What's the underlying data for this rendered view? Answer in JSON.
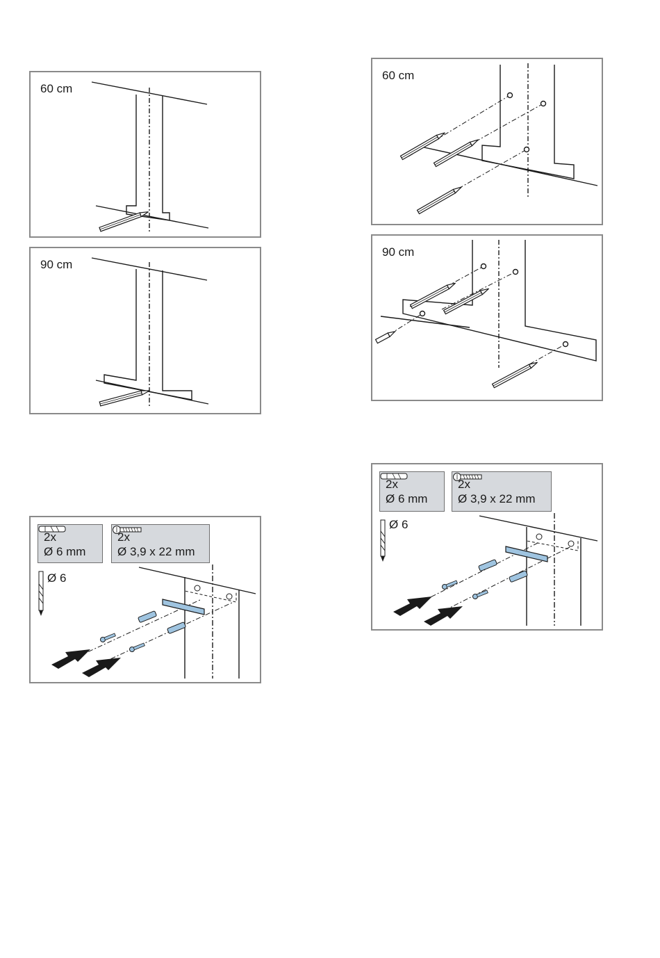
{
  "panels": {
    "left_60": {
      "label": "60 cm"
    },
    "left_90": {
      "label": "90 cm"
    },
    "right_60": {
      "label": "60 cm"
    },
    "right_90": {
      "label": "90 cm"
    }
  },
  "mount_left": {
    "plug": {
      "count": "2x",
      "size": "Ø 6 mm"
    },
    "screw": {
      "count": "2x",
      "size": "Ø 3,9 x 22 mm"
    },
    "drill": "Ø 6"
  },
  "mount_right": {
    "plug": {
      "count": "2x",
      "size": "Ø 6 mm"
    },
    "screw": {
      "count": "2x",
      "size": "Ø 3,9 x 22 mm"
    },
    "drill": "Ø 6"
  },
  "icons": [
    "pencil-icon",
    "wall-plug-icon",
    "screw-icon",
    "drill-bit-icon",
    "push-arrow-icon",
    "mounting-rail-icon"
  ],
  "colors": {
    "frame": "#8a8a8a",
    "line": "#1a1a1a",
    "part_fill": "#d6d9dd",
    "metal": "#9fc4e0"
  }
}
